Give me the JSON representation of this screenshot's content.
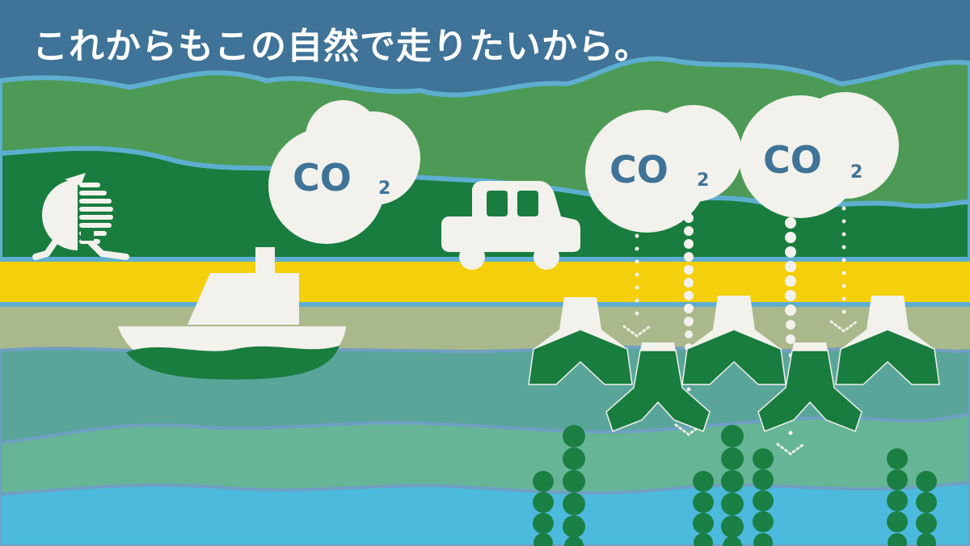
{
  "headline": "これからもこの自然で走りたいから。",
  "bubbles": [
    {
      "formula": "CO",
      "subscript": "2"
    },
    {
      "formula": "CO",
      "subscript": "2"
    },
    {
      "formula": "CO",
      "subscript": "2"
    }
  ],
  "colors": {
    "sky": "#3f7397",
    "hill_light": "#4c9a55",
    "hill_dark": "#187d3e",
    "road": "#f4cf0b",
    "sand": "#aab98b",
    "sea_top": "#5aa59a",
    "sea_mid": "#66b596",
    "sea_deep": "#4bbadc",
    "line": "#5eaed0",
    "white": "#f2f1ec"
  },
  "icons": [
    "runner-icon",
    "car-icon",
    "ship-icon",
    "tetrapod-icon",
    "seaweed-icon",
    "co2-bubble-icon"
  ]
}
